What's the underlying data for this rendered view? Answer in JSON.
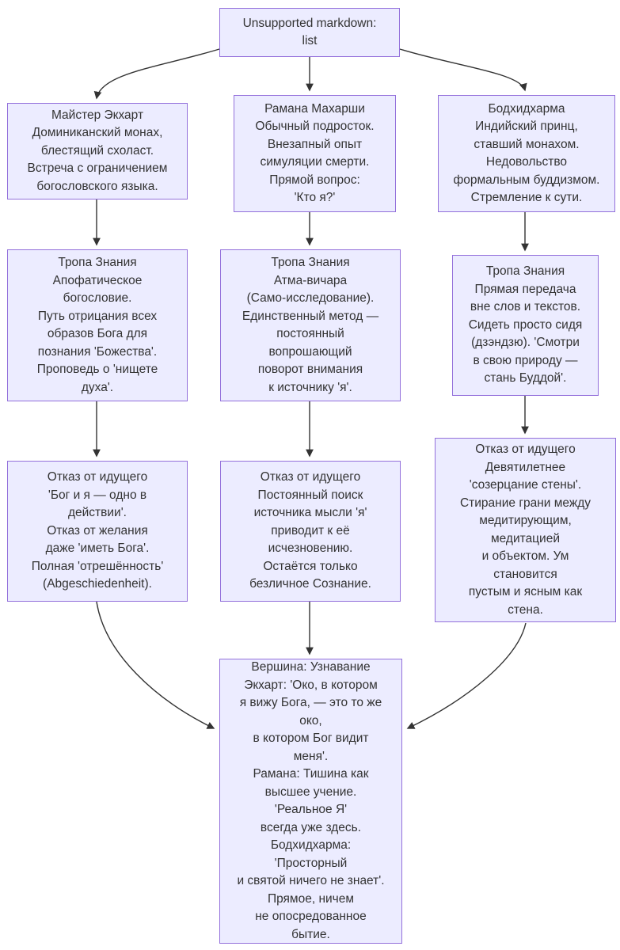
{
  "diagram": {
    "type": "flowchart-top-down",
    "colors": {
      "background": "#ffffff",
      "node_fill": "#ECECFF",
      "node_border": "#9370DB",
      "text_color": "#333333",
      "arrow": "#333333"
    },
    "nodes": {
      "root": {
        "text": "Unsupported markdown:\nlist"
      },
      "eckhart_intro": {
        "text": "Майстер Экхарт\nДоминиканский монах,\nблестящий схоласт.\nВстреча с ограничением\nбогословского языка."
      },
      "ramana_intro": {
        "text": "Рамана Махарши\nОбычный подросток.\nВнезапный опыт\nсимуляции смерти.\nПрямой вопрос:\n'Кто я?'"
      },
      "bodhidharma_intro": {
        "text": "Бодхидхарма\nИндийский принц,\nставший монахом.\nНедовольство\nформальным буддизмом.\nСтремление к сути."
      },
      "eckhart_path": {
        "text": "Тропа Знания\nАпофатическое\nбогословие.\nПуть отрицания всех\nобразов Бога для\nпознания 'Божества'.\nПроповедь о 'нищете\nдуха'."
      },
      "ramana_path": {
        "text": "Тропа Знания\nАтма-вичара\n(Само-исследование).\nЕдинственный метод —\nпостоянный\nвопрошающий\nповорот внимания\nк источнику 'я'."
      },
      "bodhidharma_path": {
        "text": "Тропа Знания\nПрямая передача\nвне слов и текстов.\nСидеть просто сидя\n(дзэндзю). 'Смотри\nв свою природу —\nстань Буддой'."
      },
      "eckhart_renunciation": {
        "text": "Отказ от идущего\n'Бог и я — одно в\nдействии'.\nОтказ от желания\nдаже 'иметь Бога'.\nПолная 'отрешённость'\n(Abgeschiedenheit)."
      },
      "ramana_renunciation": {
        "text": "Отказ от идущего\nПостоянный поиск\nисточника мысли 'я'\nприводит к её\nисчезновению.\nОстаётся только\nбезличное Сознание."
      },
      "bodhidharma_renunciation": {
        "text": "Отказ от идущего\nДевятилетнее\n'созерцание стены'.\nСтирание грани между\nмедитирующим,\nмедитацией\nи объектом. Ум\nстановится\nпустым и ясным как\nстена."
      },
      "summit": {
        "text": "Вершина: Узнавание\nЭкхарт: 'Око, в котором\nя вижу Бога, — это то же\nоко,\nв котором Бог видит\nменя'.\nРамана: Тишина как\nвысшее учение.\n'Реальное Я'\nвсегда уже здесь.\nБодхидхарма:\n'Просторный\nи святой ничего не знает'.\nПрямое, ничем\nне опосредованное\nбытие."
      }
    }
  }
}
